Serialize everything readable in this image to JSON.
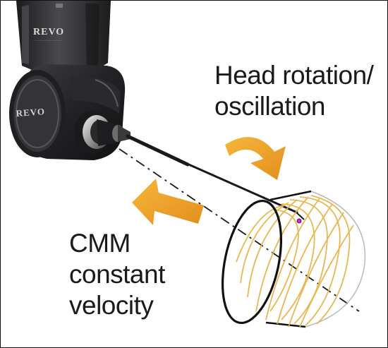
{
  "probe": {
    "brand_top": "REVO",
    "brand_side": "REVO",
    "body_color": "#2d2d2f",
    "accent": "#e0a02c"
  },
  "labels": {
    "head_rotation": [
      "Head rotation/",
      "oscillation"
    ],
    "cmm_velocity": [
      "CMM",
      "constant",
      "velocity"
    ]
  },
  "colors": {
    "arrow": "#f0a32a",
    "scan_path": "#e8b448",
    "outline": "#111111"
  }
}
